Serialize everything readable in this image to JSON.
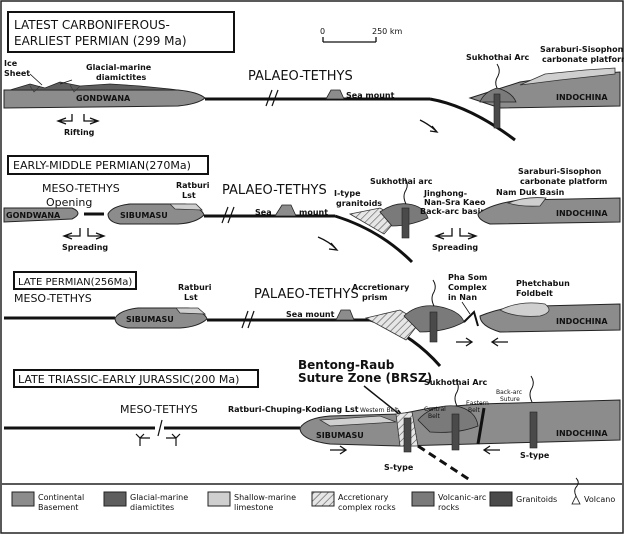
{
  "panel1": {
    "title_l1": "LATEST CARBONIFEROUS-",
    "title_l2": "EARLIEST PERMIAN (299 Ma)",
    "scale_0": "0",
    "scale_km": "250 km",
    "ice_sheet_l1": "Ice",
    "ice_sheet_l2": "Sheet",
    "glacial_l1": "Glacial-marine",
    "glacial_l2": "diamictites",
    "gondwana": "GONDWANA",
    "ocean": "PALAEO-TETHYS",
    "seamount": "Sea mount",
    "sukhothai": "Sukhothai Arc",
    "saraburi_l1": "Saraburi-Sisophon",
    "saraburi_l2": "carbonate platform",
    "indochina": "INDOCHINA",
    "rifting": "Rifting"
  },
  "panel2": {
    "title": "EARLY-MIDDLE PERMIAN(270Ma)",
    "meso_l1": "MESO-TETHYS",
    "meso_l2": "Opening",
    "ratburi_l1": "Ratburi",
    "ratburi_l2": "Lst",
    "ocean": "PALAEO-TETHYS",
    "itype_l1": "I-type",
    "itype_l2": "granitoids",
    "sukhothai": "Sukhothai arc",
    "jinghong_l1": "Jinghong-",
    "jinghong_l2": "Nan-Sra Kaeo",
    "jinghong_l3": "Back-arc basin",
    "saraburi_l1": "Saraburi-Sisophon",
    "saraburi_l2": "carbonate platform",
    "namduk": "Nam Duk  Basin",
    "gondwana": "GONDWANA",
    "sibumasu": "SIBUMASU",
    "sea": "Sea",
    "mount": "mount",
    "indochina": "INDOCHINA",
    "spreading_left": "Spreading",
    "spreading_right": "Spreading"
  },
  "panel3": {
    "title": "LATE PERMIAN(256Ma)",
    "meso": "MESO-TETHYS",
    "ratburi_l1": "Ratburi",
    "ratburi_l2": "Lst",
    "ocean": "PALAEO-TETHYS",
    "accretionary_l1": "Accretionary",
    "accretionary_l2": "prism",
    "phasom_l1": "Pha Som",
    "phasom_l2": "Complex",
    "phasom_l3": "in Nan",
    "phetchabun_l1": "Phetchabun",
    "phetchabun_l2": "Foldbelt",
    "sibumasu": "SIBUMASU",
    "seamount": "Sea mount",
    "indochina": "INDOCHINA"
  },
  "panel4": {
    "title": "LATE TRIASSIC-EARLY JURASSIC(200 Ma)",
    "brsz_l1": "Bentong-Raub",
    "brsz_l2": "Suture Zone (BRSZ)",
    "meso": "MESO-TETHYS",
    "ratburi": "Ratburi-Chuping-Kodiang Lst",
    "sukhothai": "Sukhothai Arc",
    "backarc_l1": "Back-arc",
    "backarc_l2": "Suture",
    "western": "Western Belt",
    "central_l1": "Central",
    "central_l2": "Belt",
    "eastern_l1": "Eastern",
    "eastern_l2": "Belt",
    "sibumasu": "SIBUMASU",
    "indochina": "INDOCHINA",
    "stype_left": "S-type",
    "stype_right": "S-type"
  },
  "legend": {
    "continental_l1": "Continental",
    "continental_l2": "Basement",
    "glacial_l1": "Glacial-marine",
    "glacial_l2": "diamictites",
    "shallow_l1": "Shallow-marine",
    "shallow_l2": "limestone",
    "accretionary_l1": "Accretionary",
    "accretionary_l2": "complex rocks",
    "volcanic_l1": "Volcanic-arc",
    "volcanic_l2": "rocks",
    "granitoids": "Granitoids",
    "volcano": "Volcano"
  },
  "colors": {
    "basement": "#8c8c8c",
    "glacial": "#5e5e5e",
    "limestone": "#cfcfcf",
    "volcanic": "#7a7a7a",
    "granitoid": "#4a4a4a",
    "line": "#000000"
  }
}
